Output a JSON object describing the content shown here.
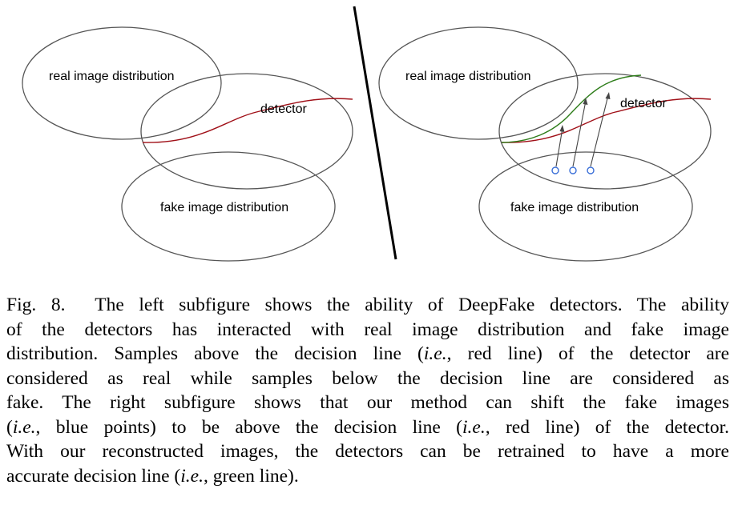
{
  "left_panel": {
    "real_label": "real image distribution",
    "fake_label": "fake image distribution",
    "detector_label": "detector"
  },
  "right_panel": {
    "real_label": "real image distribution",
    "fake_label": "fake image distribution",
    "detector_label": "detector"
  },
  "colors": {
    "decision_line": "#a01018",
    "retrained_line": "#2e7d1a",
    "fake_points": "#3a6fd8",
    "ellipse_stroke": "#555555"
  },
  "caption": {
    "l1": "Fig. 8.  The left subfigure shows the ability of DeepFake detectors. The ability",
    "l2": "of the detectors has interacted with real image distribution and fake image",
    "l3a": "distribution. Samples above the decision line (",
    "ie": "i.e.",
    "l3b": ", red line) of the detector are",
    "l4": "considered as real while samples below the decision line are considered as",
    "l5": "fake. The right subfigure shows that our method can shift the fake images",
    "l6b": ", blue points) to be above the decision line (",
    "l6d": ", red line) of the detector.",
    "l7": "With our reconstructed images, the detectors can be retrained to have a more",
    "l8a": "accurate decision line (",
    "l8c": ", green line).",
    "open_paren": "("
  }
}
